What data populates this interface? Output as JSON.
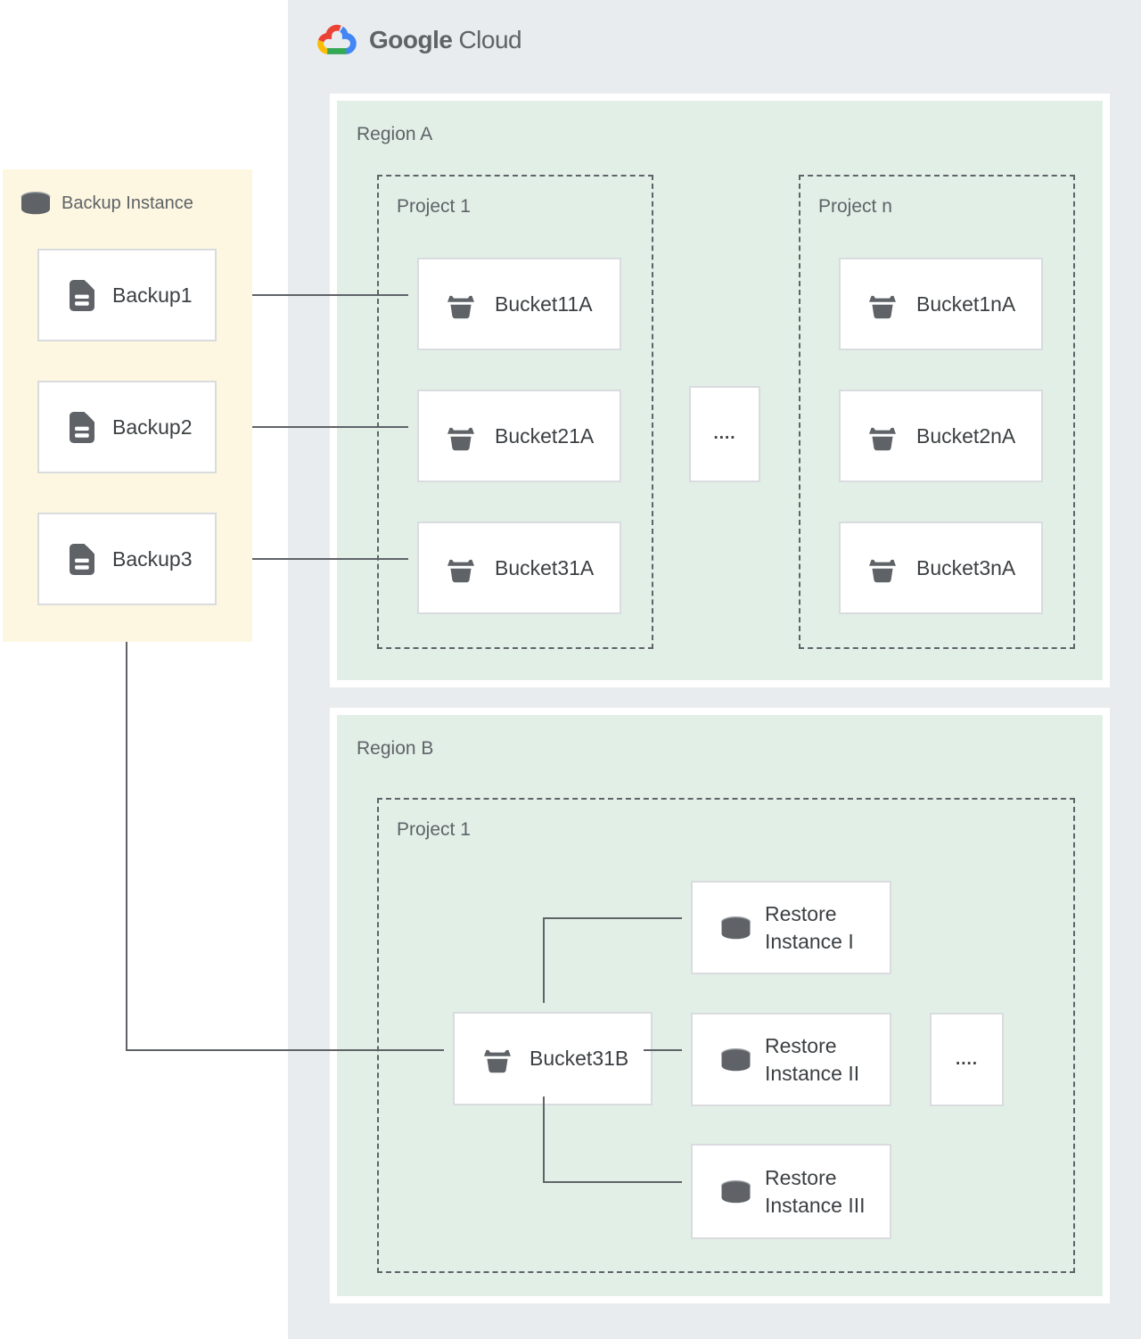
{
  "logo": {
    "brand": "Google",
    "product": "Cloud"
  },
  "backup_panel": {
    "title": "Backup Instance",
    "items": [
      {
        "label": "Backup1"
      },
      {
        "label": "Backup2"
      },
      {
        "label": "Backup3"
      }
    ]
  },
  "region_a": {
    "label": "Region A",
    "ellipsis": "....",
    "projects": [
      {
        "label": "Project 1",
        "buckets": [
          {
            "label": "Bucket11A"
          },
          {
            "label": "Bucket21A"
          },
          {
            "label": "Bucket31A"
          }
        ]
      },
      {
        "label": "Project n",
        "buckets": [
          {
            "label": "Bucket1nA"
          },
          {
            "label": "Bucket2nA"
          },
          {
            "label": "Bucket3nA"
          }
        ]
      }
    ]
  },
  "region_b": {
    "label": "Region B",
    "project": {
      "label": "Project 1",
      "bucket": {
        "label": "Bucket31B"
      },
      "ellipsis": "....",
      "restore_instances": [
        {
          "label": "Restore Instance I"
        },
        {
          "label": "Restore Instance II"
        },
        {
          "label": "Restore Instance III"
        }
      ]
    }
  },
  "icons": {
    "backup_panel_header": "database-icon",
    "backup_item": "document-icon",
    "bucket": "storage-bucket-icon",
    "restore_instance": "database-icon",
    "logo": "google-cloud-logo"
  },
  "colors": {
    "page_background": "#ffffff",
    "cloud_panel_gray": "#e9ecee",
    "region_green": "#e2efe7",
    "backup_panel_yellow": "#fdf6e0",
    "node_border": "#d9dbdf",
    "connector_gray": "#5f6368",
    "label_gray": "#5f6368",
    "node_text": "#3c4043",
    "icon_gray": "#5f6368",
    "google_blue": "#4285F4",
    "google_red": "#EA4335",
    "google_yellow": "#FBBC05",
    "google_green": "#34A853"
  }
}
